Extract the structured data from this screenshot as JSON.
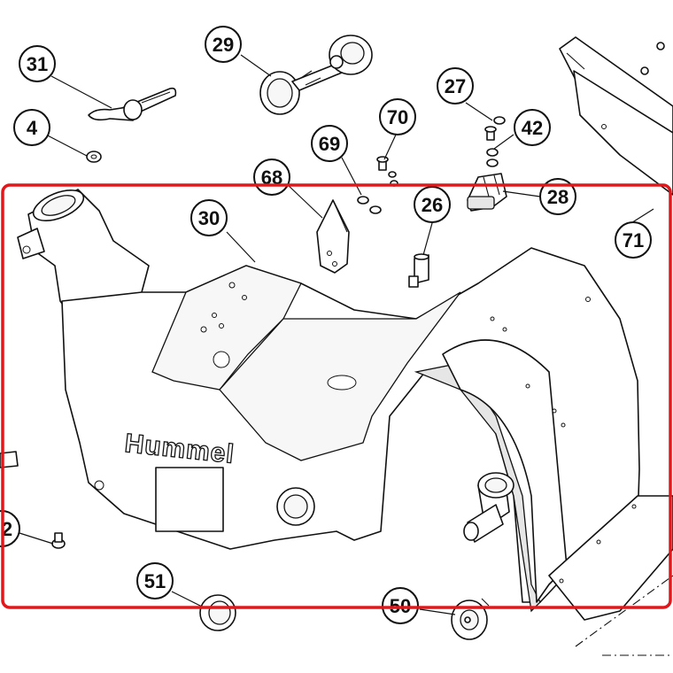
{
  "diagram": {
    "brand_text": "Hummel",
    "highlight_color": "#e0181c",
    "callouts": [
      {
        "id": "31",
        "label": "31"
      },
      {
        "id": "29",
        "label": "29"
      },
      {
        "id": "4",
        "label": "4"
      },
      {
        "id": "70",
        "label": "70"
      },
      {
        "id": "27",
        "label": "27"
      },
      {
        "id": "69",
        "label": "69"
      },
      {
        "id": "42",
        "label": "42"
      },
      {
        "id": "68",
        "label": "68"
      },
      {
        "id": "28",
        "label": "28"
      },
      {
        "id": "30",
        "label": "30"
      },
      {
        "id": "26",
        "label": "26"
      },
      {
        "id": "71",
        "label": "71"
      },
      {
        "id": "2",
        "label": "2"
      },
      {
        "id": "51",
        "label": "51"
      },
      {
        "id": "50",
        "label": "50"
      }
    ]
  }
}
